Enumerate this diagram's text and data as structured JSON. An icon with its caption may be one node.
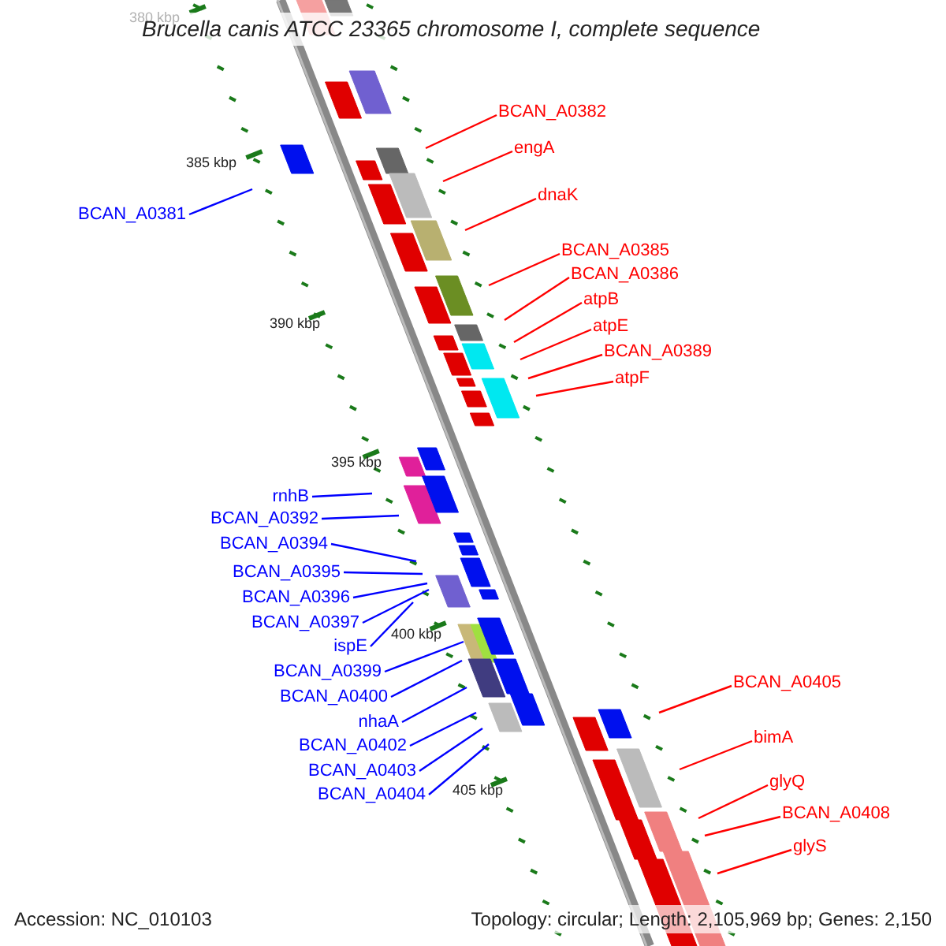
{
  "diagram": {
    "title": "Brucella canis ATCC 23365 chromosome I, complete sequence",
    "nodes": [
      {
        "text": [
          "BCAN_A0382"
        ]
      },
      {
        "text": [
          "engA"
        ]
      },
      {
        "text": [
          "dnaK"
        ]
      },
      {
        "text": [
          "BCAN_A0381"
        ]
      },
      {
        "text": [
          "BCAN_A0385"
        ]
      },
      {
        "text": [
          "BCAN_A0386"
        ]
      },
      {
        "text": [
          "atpB"
        ]
      },
      {
        "text": [
          "atpE"
        ]
      },
      {
        "text": [
          "BCAN_A0389"
        ]
      },
      {
        "text": [
          "atpF"
        ]
      },
      {
        "text": [
          "rnhB"
        ]
      },
      {
        "text": [
          "BCAN_A0392"
        ]
      },
      {
        "text": [
          "BCAN_A0394"
        ]
      },
      {
        "text": [
          "BCAN_A0395"
        ]
      },
      {
        "text": [
          "BCAN_A0396"
        ]
      },
      {
        "text": [
          "BCAN_A0397"
        ]
      },
      {
        "text": [
          "ispE"
        ]
      },
      {
        "text": [
          "BCAN_A0399"
        ]
      },
      {
        "text": [
          "BCAN_A0405"
        ]
      },
      {
        "text": [
          "BCAN_A0400"
        ]
      },
      {
        "text": [
          "nhaA"
        ]
      },
      {
        "text": [
          "bimA"
        ]
      },
      {
        "text": [
          "BCAN_A0402"
        ]
      },
      {
        "text": [
          "BCAN_A0403"
        ]
      },
      {
        "text": [
          "glyQ"
        ]
      },
      {
        "text": [
          "BCAN_A0404"
        ]
      },
      {
        "text": [
          "BCAN_A0408"
        ]
      },
      {
        "text": [
          "glyS"
        ]
      }
    ],
    "edges": [
      {
        "from": 0,
        "to": null,
        "arrow": "none",
        "color": "#ff0000"
      },
      {
        "from": 1,
        "to": null,
        "arrow": "none",
        "color": "#ff0000"
      },
      {
        "from": 2,
        "to": null,
        "arrow": "none",
        "color": "#ff0000"
      },
      {
        "from": 3,
        "to": null,
        "arrow": "none",
        "color": "#0000ff"
      },
      {
        "from": 4,
        "to": null,
        "arrow": "none",
        "color": "#ff0000"
      },
      {
        "from": 5,
        "to": null,
        "arrow": "none",
        "color": "#ff0000"
      },
      {
        "from": 6,
        "to": null,
        "arrow": "none",
        "color": "#ff0000"
      },
      {
        "from": 7,
        "to": null,
        "arrow": "none",
        "color": "#ff0000"
      },
      {
        "from": 8,
        "to": null,
        "arrow": "none",
        "color": "#ff0000"
      },
      {
        "from": 9,
        "to": null,
        "arrow": "none",
        "color": "#ff0000"
      },
      {
        "from": 10,
        "to": null,
        "arrow": "none",
        "color": "#0000ff"
      },
      {
        "from": 11,
        "to": null,
        "arrow": "none",
        "color": "#0000ff"
      },
      {
        "from": 12,
        "to": null,
        "arrow": "none",
        "color": "#0000ff"
      },
      {
        "from": 13,
        "to": null,
        "arrow": "none",
        "color": "#0000ff"
      },
      {
        "from": 14,
        "to": null,
        "arrow": "none",
        "color": "#0000ff"
      },
      {
        "from": 15,
        "to": null,
        "arrow": "none",
        "color": "#0000ff"
      },
      {
        "from": 16,
        "to": null,
        "arrow": "none",
        "color": "#0000ff"
      },
      {
        "from": 17,
        "to": null,
        "arrow": "none",
        "color": "#0000ff"
      },
      {
        "from": 18,
        "to": null,
        "arrow": "none",
        "color": "#ff0000"
      },
      {
        "from": 19,
        "to": null,
        "arrow": "none",
        "color": "#0000ff"
      },
      {
        "from": 20,
        "to": null,
        "arrow": "none",
        "color": "#0000ff"
      },
      {
        "from": 21,
        "to": null,
        "arrow": "none",
        "color": "#ff0000"
      },
      {
        "from": 22,
        "to": null,
        "arrow": "none",
        "color": "#0000ff"
      },
      {
        "from": 23,
        "to": null,
        "arrow": "none",
        "color": "#0000ff"
      },
      {
        "from": 24,
        "to": null,
        "arrow": "none",
        "color": "#ff0000"
      },
      {
        "from": 25,
        "to": null,
        "arrow": "none",
        "color": "#0000ff"
      },
      {
        "from": 26,
        "to": null,
        "arrow": "none",
        "color": "#ff0000"
      },
      {
        "from": 27,
        "to": null,
        "arrow": "none",
        "color": "#ff0000"
      }
    ],
    "labels": [
      "380 kbp",
      "385 kbp",
      "390 kbp",
      "395 kbp",
      "400 kbp",
      "405 kbp",
      "Accession: NC_010103",
      "Topology: circular; Length: 2,105,969 bp; Genes: 2,150"
    ]
  }
}
